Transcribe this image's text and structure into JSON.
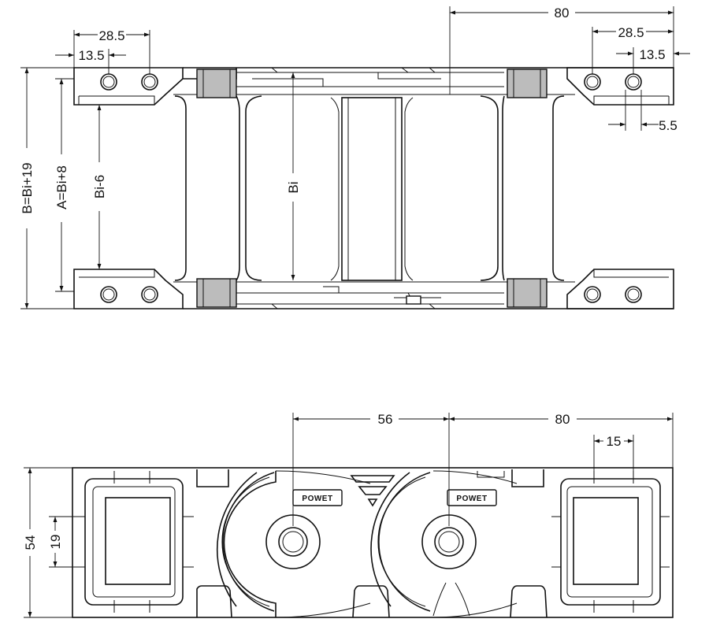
{
  "top_view": {
    "dims": {
      "pitch_top": "80",
      "left_hole_span": "28.5",
      "left_hole_offset": "13.5",
      "right_hole_span": "28.5",
      "right_hole_offset": "13.5",
      "right_hole_gap": "5.5",
      "overall_width": "B=Bi+19",
      "outer_width": "A=Bi+8",
      "clear_width": "Bi-6",
      "inner_width": "Bi"
    }
  },
  "side_view": {
    "dims": {
      "pitch_small": "56",
      "pitch_large": "80",
      "window_width": "15",
      "height": "54",
      "window_height": "19"
    },
    "brand_left": "POWET",
    "brand_right": "POWET"
  },
  "colors": {
    "line": "#111111",
    "shade": "#bcbcbc",
    "background": "#ffffff"
  }
}
